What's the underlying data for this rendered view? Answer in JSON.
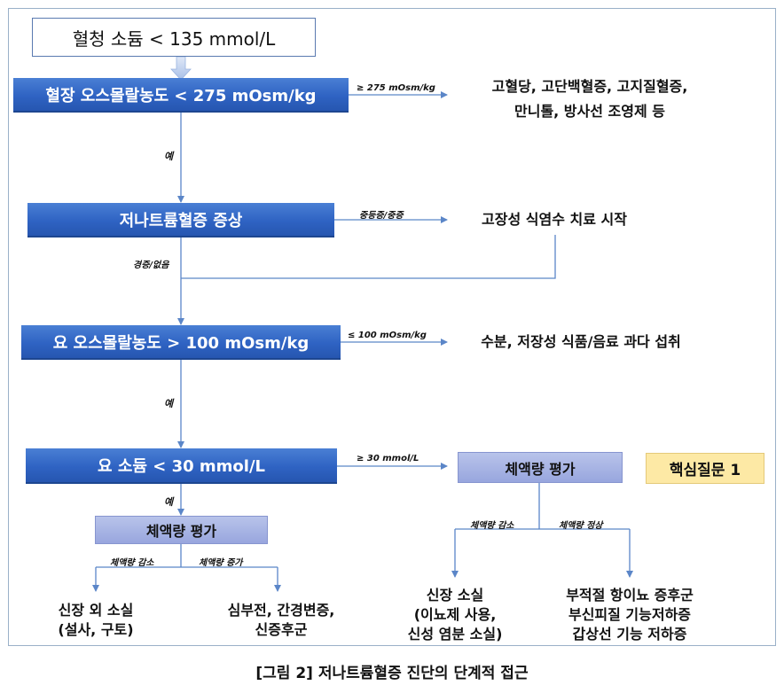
{
  "nodes": {
    "serum_sodium": "혈청 소듐  < 135 mmol/L",
    "plasma_osm": "혈장 오스몰랄농도 < 275 mOsm/kg",
    "symptoms": "저나트륨혈증 증상",
    "urine_osm": "요 오스몰랄농도 > 100 mOsm/kg",
    "urine_sodium": "요 소듐 < 30 mmol/L",
    "volume_eval_left": "체액량 평가",
    "volume_eval_right": "체액량 평가",
    "key_question": "핵심질문 1"
  },
  "outcomes": {
    "plasma_high": [
      "고혈당, 고단백혈증, 고지질혈증,",
      "만니톨, 방사선 조영제 등"
    ],
    "hypertonic": [
      "고장성 식염수 치료 시작"
    ],
    "water_intake": [
      "수분, 저장성 식품/음료 과다 섭취"
    ],
    "extrarenal_loss": [
      "신장 외 소실",
      "(설사, 구토)"
    ],
    "heart_failure": [
      "심부전, 간경변증,",
      "신증후군"
    ],
    "renal_loss": [
      "신장 소실",
      "(이뇨제 사용,",
      "신성 염분 소실)"
    ],
    "siadh": [
      "부적절 항이뇨 증후군",
      "부신피질 기능저하증",
      "갑상선 기능 저하증"
    ]
  },
  "labels": {
    "ge275": "≥ 275 mOsm/kg",
    "yes1": "예",
    "moderate_severe": "중등증/중증",
    "mild_none": "경증/없음",
    "le100": "≤ 100 mOsm/kg",
    "yes2": "예",
    "ge30": "≥ 30 mmol/L",
    "yes3": "예",
    "vol_decrease_left": "체액량 감소",
    "vol_increase_left": "체액량 증가",
    "vol_decrease_right": "체액량 감소",
    "vol_normal_right": "체액량 정상"
  },
  "caption": "[그림 2] 저나트륨혈증 진단의 단계적 접근",
  "colors": {
    "blue_box": "#2f63c3",
    "lavender_box": "#a7b3e4",
    "key_box": "#fde9a5",
    "line": "#5b86c8"
  }
}
